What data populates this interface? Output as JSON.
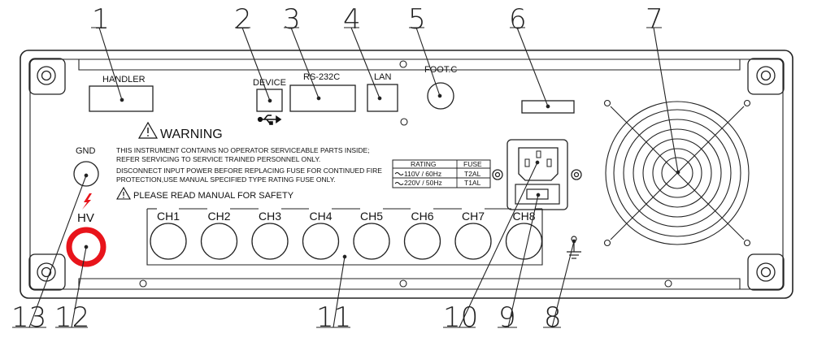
{
  "callouts": {
    "c1": "1",
    "c2": "2",
    "c3": "3",
    "c4": "4",
    "c5": "5",
    "c6": "6",
    "c7": "7",
    "c8": "8",
    "c9": "9",
    "c10": "10",
    "c11": "11",
    "c12": "12",
    "c13": "13"
  },
  "ports": {
    "handler": "HANDLER",
    "device": "DEVICE",
    "rs232": "RS-232C",
    "lan": "LAN",
    "footc": "FOOT.C"
  },
  "warning": {
    "title": "WARNING",
    "line1": "THIS INSTRUMENT CONTAINS NO OPERATOR SERVICEABLE PARTS INSIDE;",
    "line2": "REFER SERVICING TO SERVICE TRAINED PERSONNEL ONLY.",
    "line3": "DISCONNECT INPUT POWER BEFORE REPLACING FUSE FOR CONTINUED FIRE",
    "line4": "PROTECTION,USE  MANUAL SPECIFIED TYPE RATING FUSE ONLY.",
    "safety": "PLEASE READ MANUAL FOR SAFETY"
  },
  "fuse_table": {
    "header_rating": "RATING",
    "header_fuse": "FUSE",
    "row1_rating": "110V / 60Hz",
    "row1_fuse": "T2AL",
    "row2_rating": "220V / 50Hz",
    "row2_fuse": "T1AL"
  },
  "terminals": {
    "gnd": "GND",
    "hv": "HV"
  },
  "channels": [
    "CH1",
    "CH2",
    "CH3",
    "CH4",
    "CH5",
    "CH6",
    "CH7",
    "CH8"
  ],
  "colors": {
    "hv_ring": "#e8141b",
    "hv_bolt": "#e8141b",
    "line": "#222222"
  },
  "icons": {
    "usb": "usb-icon",
    "warning": "warning-triangle-icon",
    "ground": "ground-symbol-icon",
    "lightning": "lightning-bolt-icon",
    "fan": "fan-grille-icon"
  }
}
